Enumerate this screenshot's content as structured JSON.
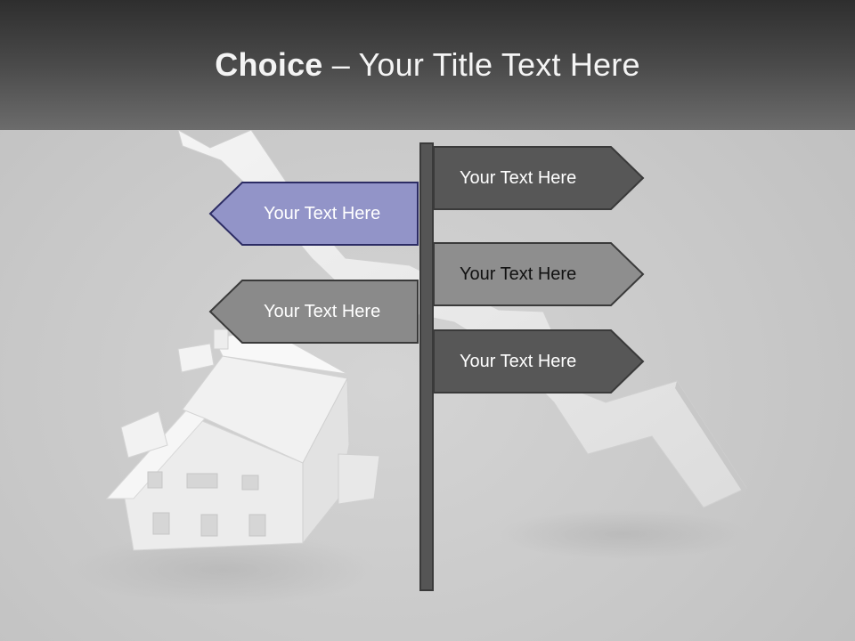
{
  "title": {
    "bold": "Choice",
    "rest": " – Your Title Text Here"
  },
  "signs": [
    {
      "label": "Your Text Here",
      "fill": "#575757",
      "stroke": "#3a3a3a",
      "text_color": "#ffffff"
    },
    {
      "label": "Your Text Here",
      "fill": "#9294c8",
      "stroke": "#2c2c64",
      "text_color": "#ffffff"
    },
    {
      "label": "Your Text Here",
      "fill": "#8e8e8e",
      "stroke": "#3a3a3a",
      "text_color": "#111111"
    },
    {
      "label": "Your Text Here",
      "fill": "#8a8a8a",
      "stroke": "#3a3a3a",
      "text_color": "#ffffff"
    },
    {
      "label": "Your Text Here",
      "fill": "#575757",
      "stroke": "#3a3a3a",
      "text_color": "#ffffff"
    }
  ],
  "background_illustration": "house-with-falling-arrow"
}
